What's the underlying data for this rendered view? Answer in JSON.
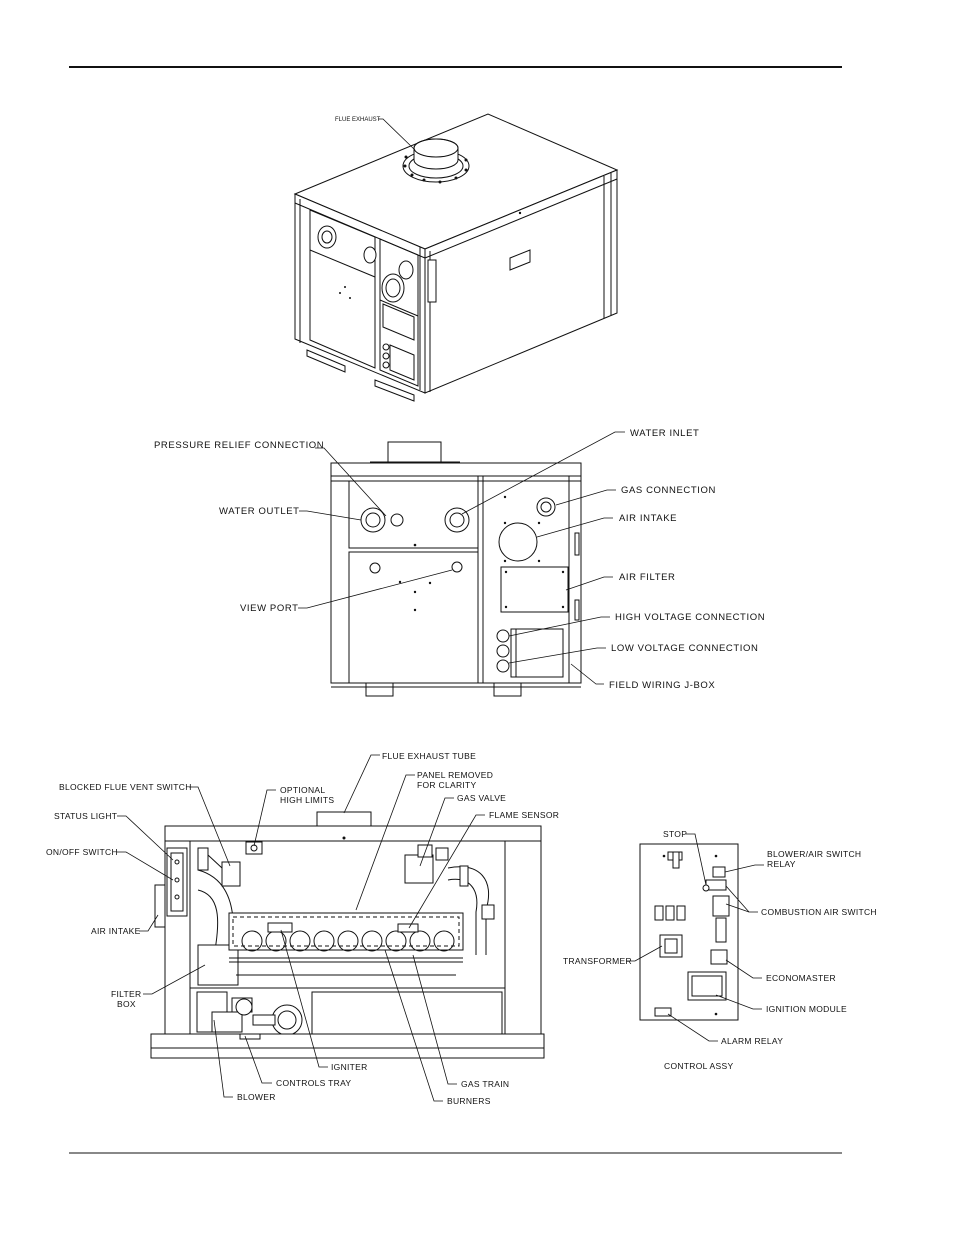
{
  "figure_1": {
    "labels": {
      "flue_exhaust": "FLUE EXHAUST"
    }
  },
  "figure_2": {
    "labels": {
      "pressure_relief_connection": "PRESSURE RELIEF CONNECTION",
      "water_inlet": "WATER INLET",
      "water_outlet": "WATER OUTLET",
      "gas_connection": "GAS CONNECTION",
      "air_intake": "AIR INTAKE",
      "air_filter": "AIR FILTER",
      "view_port": "VIEW PORT",
      "high_voltage_connection": "HIGH VOLTAGE CONNECTION",
      "low_voltage_connection": "LOW VOLTAGE CONNECTION",
      "field_wiring_j_box": "FIELD WIRING J-BOX"
    }
  },
  "figure_3": {
    "labels": {
      "flue_exhaust_tube": "FLUE EXHAUST TUBE",
      "panel_removed_line1": "PANEL REMOVED",
      "panel_removed_line2": "FOR CLARITY",
      "blocked_flue_vent_switch": "BLOCKED FLUE VENT SWITCH",
      "optional_high_limits_line1": "OPTIONAL",
      "optional_high_limits_line2": "HIGH LIMITS",
      "gas_valve": "GAS VALVE",
      "flame_sensor": "FLAME SENSOR",
      "status_light": "STATUS LIGHT",
      "on_off_switch": "ON/OFF SWITCH",
      "air_intake": "AIR INTAKE",
      "filter_box_line1": "FILTER",
      "filter_box_line2": "BOX",
      "igniter": "IGNITER",
      "controls_tray": "CONTROLS TRAY",
      "gas_train": "GAS TRAIN",
      "blower": "BLOWER",
      "burners": "BURNERS"
    }
  },
  "figure_4": {
    "labels": {
      "stop": "STOP",
      "blower_air_switch_relay_line1": "BLOWER/AIR SWITCH",
      "blower_air_switch_relay_line2": "RELAY",
      "combustion_air_switch": "COMBUSTION AIR SWITCH",
      "transformer": "TRANSFORMER",
      "economaster": "ECONOMASTER",
      "ignition_module": "IGNITION MODULE",
      "alarm_relay": "ALARM RELAY",
      "caption": "CONTROL ASSY"
    }
  }
}
